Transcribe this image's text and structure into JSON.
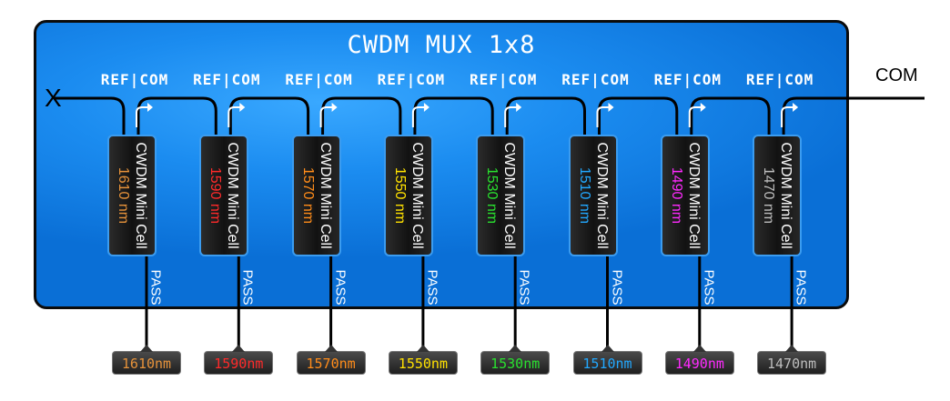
{
  "title": "CWDM MUX 1x8",
  "port_labels": {
    "ref": "REF",
    "sep": "|",
    "com": "COM"
  },
  "com_label": "COM",
  "terminator": "X",
  "cell_name": "CWDM Mini Cell",
  "pass_label": "PASS",
  "cells": [
    {
      "wavelength": "1610 nm",
      "output": "1610nm",
      "color": "#e6923a"
    },
    {
      "wavelength": "1590 nm",
      "output": "1590nm",
      "color": "#ff2a2a"
    },
    {
      "wavelength": "1570 nm",
      "output": "1570nm",
      "color": "#ff8c1a"
    },
    {
      "wavelength": "1550 nm",
      "output": "1550nm",
      "color": "#ffe100"
    },
    {
      "wavelength": "1530 nm",
      "output": "1530nm",
      "color": "#29e02f"
    },
    {
      "wavelength": "1510 nm",
      "output": "1510nm",
      "color": "#22a8ff"
    },
    {
      "wavelength": "1490 nm",
      "output": "1490nm",
      "color": "#ff2aff"
    },
    {
      "wavelength": "1470 nm",
      "output": "1470nm",
      "color": "#bdbdbd"
    }
  ]
}
